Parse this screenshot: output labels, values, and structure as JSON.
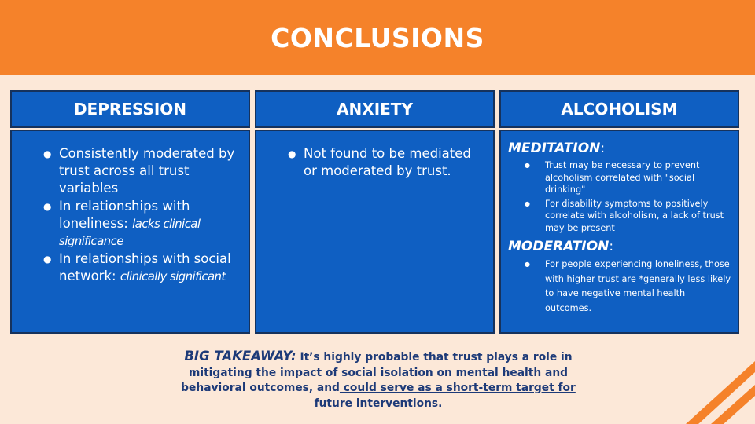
{
  "title": "CONCLUSIONS",
  "columns": {
    "depression": {
      "heading": "DEPRESSION",
      "bullets": [
        {
          "text": "Consistently moderated by trust across all trust variables"
        },
        {
          "text": "In relationships with loneliness: ",
          "emph": "lacks clinical significance"
        },
        {
          "text": "In relationships with social network: ",
          "emph": "clinically significant"
        }
      ]
    },
    "anxiety": {
      "heading": "ANXIETY",
      "bullets": [
        {
          "text": "Not found to be mediated or moderated by trust."
        }
      ]
    },
    "alcoholism": {
      "heading": "ALCOHOLISM",
      "meditation": {
        "label": "MEDITATION",
        "colon": ":",
        "bullets": [
          "Trust may be necessary to prevent alcoholism correlated with \"social drinking\"",
          "For disability symptoms to positively correlate with alcoholism, a lack of trust may be present"
        ]
      },
      "moderation": {
        "label": "MODERATION",
        "colon": ":",
        "bullets": [
          "For people experiencing loneliness, those with higher trust are *generally less likely to have negative mental health outcomes."
        ]
      }
    }
  },
  "takeaway": {
    "lead": "BIG TAKEAWAY:",
    "text": " It’s highly probable that trust plays a role in mitigating the impact of social isolation on mental health and behavioral outcomes, and",
    "underlined": " could serve as a short-term target for future interventions."
  },
  "bullet_glyph": "●",
  "colors": {
    "banner": "#f5822a",
    "panel": "#0f5fc2",
    "panel_border": "#16325c",
    "background": "#fce8d8",
    "takeaway_text": "#1d3a78"
  }
}
